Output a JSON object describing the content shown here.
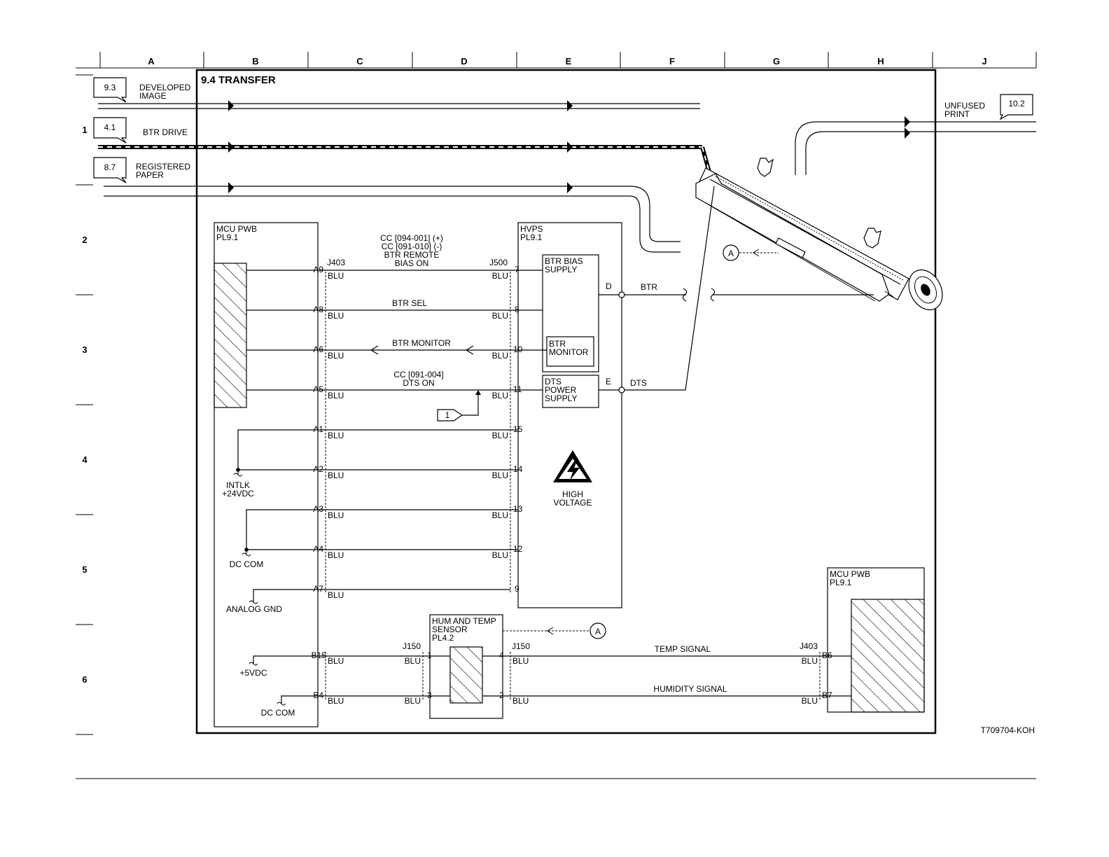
{
  "title": "9.4 TRANSFER",
  "figure_id": "T709704-KOH",
  "columns": [
    "A",
    "B",
    "C",
    "D",
    "E",
    "F",
    "G",
    "H",
    "J"
  ],
  "rows": [
    "1",
    "2",
    "3",
    "4",
    "5",
    "6"
  ],
  "inputs": {
    "developed_image": {
      "ref": "9.3",
      "label1": "DEVELOPED",
      "label2": "IMAGE"
    },
    "btr_drive": {
      "ref": "4.1",
      "label1": "BTR DRIVE"
    },
    "registered_paper": {
      "ref": "8.7",
      "label1": "REGISTERED",
      "label2": "PAPER"
    }
  },
  "output": {
    "ref": "10.2",
    "label1": "UNFUSED",
    "label2": "PRINT"
  },
  "mcu_left": {
    "name": "MCU PWB",
    "pl": "PL9.1",
    "connector": "J403"
  },
  "hvps": {
    "name": "HVPS",
    "pl": "PL9.1",
    "connector": "J500"
  },
  "btr_bias": {
    "l1": "BTR BIAS",
    "l2": "SUPPLY"
  },
  "btr_monitor_box": {
    "l1": "BTR",
    "l2": "MONITOR"
  },
  "dts_box": {
    "l1": "DTS",
    "l2": "POWER",
    "l3": "SUPPLY"
  },
  "high_voltage": {
    "l1": "HIGH",
    "l2": "VOLTAGE"
  },
  "outputs": {
    "d_letter": "D",
    "d_label": "BTR",
    "e_letter": "E",
    "e_label": "DTS"
  },
  "signals": {
    "btr_bias_on": {
      "l1": "CC [094-001] (+)",
      "l2": "CC [091-010] (-)",
      "l3": "BTR REMOTE",
      "l4": "BIAS ON"
    },
    "btr_sel": "BTR SEL",
    "btr_monitor": "BTR MONITOR",
    "dts_on": {
      "l1": "CC [091-004]",
      "l2": "DTS ON"
    },
    "temp": "TEMP SIGNAL",
    "humidity": "HUMIDITY SIGNAL"
  },
  "wire_color": "BLU",
  "pins_left": [
    "A9",
    "A8",
    "A6",
    "A5",
    "A1",
    "A2",
    "A3",
    "A4",
    "A7"
  ],
  "pins_right": [
    "7",
    "8",
    "10",
    "11",
    "15",
    "14",
    "13",
    "12",
    "9"
  ],
  "rails": {
    "intlk1": "INTLK",
    "intlk2": "+24VDC",
    "dccom": "DC COM",
    "analog": "ANALOG GND",
    "v5": "+5VDC",
    "dccom2": "DC COM"
  },
  "flag_note": "1",
  "callout": "A",
  "sensor": {
    "l1": "HUM AND TEMP",
    "l2": "SENSOR",
    "l3": "PL4.2",
    "connector": "J150",
    "pins": [
      "1",
      "3",
      "4",
      "2"
    ]
  },
  "mcu_left_sensor_pins": [
    "B15",
    "B4"
  ],
  "mcu_right": {
    "name": "MCU PWB",
    "pl": "PL9.1",
    "connector": "J403",
    "pins": [
      "B6",
      "B7"
    ]
  }
}
